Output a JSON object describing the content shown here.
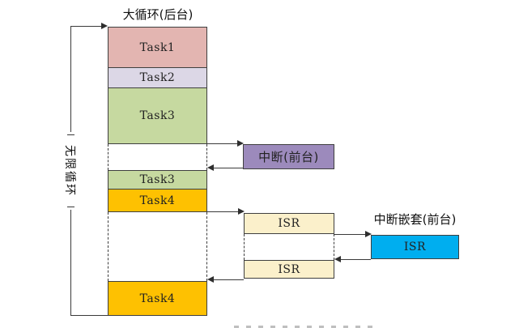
{
  "diagram": {
    "title": "大循环(后台)",
    "loop_label": "无限循环",
    "nested_interrupt_label": "中断嵌套(前台)",
    "boxes": [
      {
        "id": "task1",
        "label": "Task1",
        "color": "#e3b5b1"
      },
      {
        "id": "task2",
        "label": "Task2",
        "color": "#dcd7e6"
      },
      {
        "id": "task3-a",
        "label": "Task3",
        "color": "#c6d9a0"
      },
      {
        "id": "task3-b",
        "label": "Task3",
        "color": "#c6d9a0"
      },
      {
        "id": "task4-a",
        "label": "Task4",
        "color": "#fec101"
      },
      {
        "id": "task4-b",
        "label": "Task4",
        "color": "#fec101"
      },
      {
        "id": "interrupt",
        "label": "中断(前台)",
        "color": "#9c8abc"
      },
      {
        "id": "isr-1",
        "label": "ISR",
        "color": "#fbf0cb"
      },
      {
        "id": "isr-2",
        "label": "ISR",
        "color": "#fbf0cb"
      },
      {
        "id": "isr-nested",
        "label": "ISR",
        "color": "#00aeef"
      }
    ],
    "colors": {
      "line": "#3a3a3a",
      "border": "#3f3f3f",
      "background": "#ffffff"
    }
  }
}
